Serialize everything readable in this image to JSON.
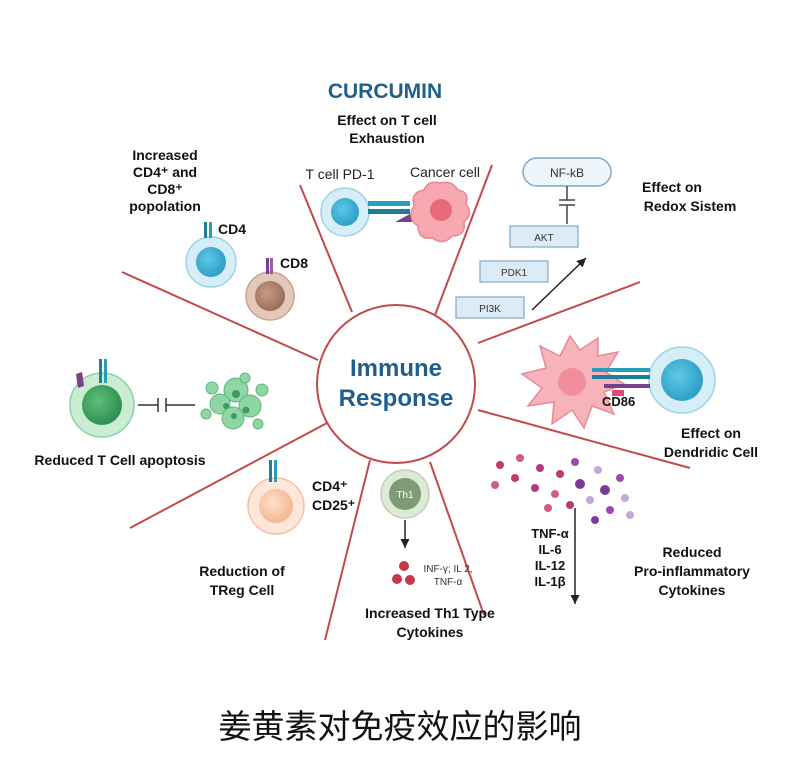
{
  "diagram": {
    "curcumin_title": "CURCUMIN",
    "center_label_line1": "Immune",
    "center_label_line2": "Response",
    "exhaustion": {
      "title_line1": "Effect on T cell",
      "title_line2": "Exhaustion",
      "tcell_label": "T cell PD-1",
      "cancer_label": "Cancer cell"
    },
    "cd4cd8": {
      "title_line1": "Increased",
      "title_line2": "CD4⁺ and",
      "title_line3": "CD8⁺",
      "title_line4": "popolation",
      "cd4_label": "CD4",
      "cd8_label": "CD8"
    },
    "redox": {
      "title_line1": "Effect on",
      "title_line2": "Redox Sistem",
      "nfkb": "NF-kB",
      "akt": "AKT",
      "pdk1": "PDK1",
      "pi3k": "PI3K"
    },
    "apoptosis": {
      "title": "Reduced T Cell apoptosis"
    },
    "dendritic": {
      "cd86_label": "CD86",
      "title_line1": "Effect on",
      "title_line2": "Dendridic Cell"
    },
    "treg": {
      "marker_line1": "CD4⁺",
      "marker_line2": "CD25⁺",
      "title_line1": "Reduction of",
      "title_line2": "TReg Cell"
    },
    "th1": {
      "cell_label": "Th1",
      "cytokines_line1": "INF-γ; IL 2,",
      "cytokines_line2": "TNF-α",
      "title_line1": "Increased Th1 Type",
      "title_line2": "Cytokines"
    },
    "proinflammatory": {
      "cytokines": [
        "TNF-α",
        "IL-6",
        "IL-12",
        "IL-1β"
      ],
      "title_line1": "Reduced",
      "title_line2": "Pro-inflammatory",
      "title_line3": "Cytokines"
    }
  },
  "caption": "姜黄素对免疫效应的影响"
}
